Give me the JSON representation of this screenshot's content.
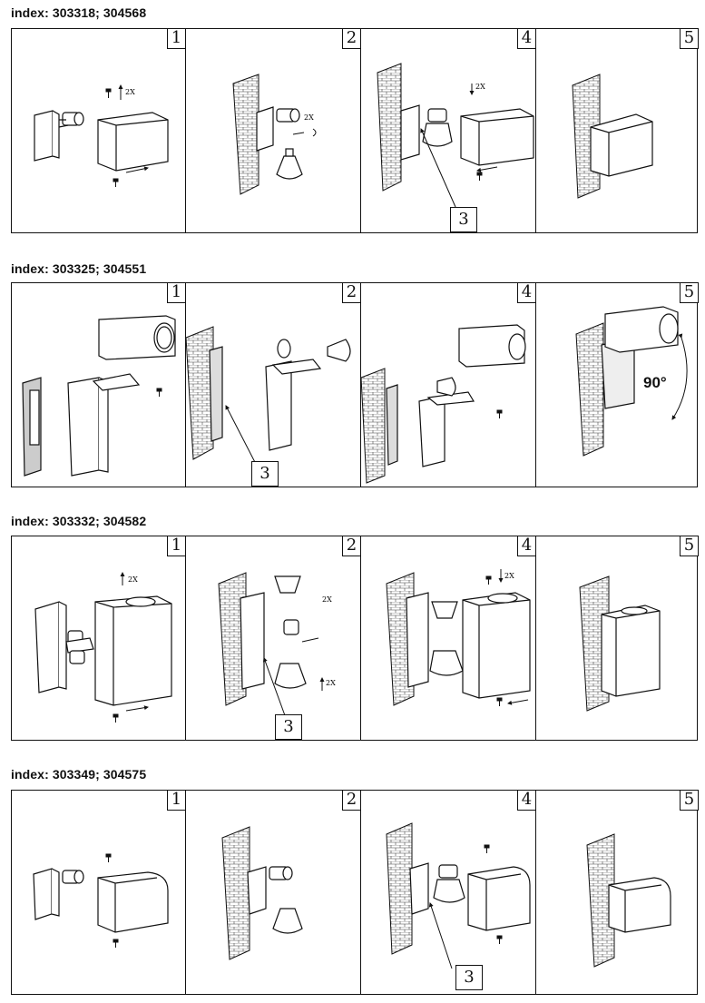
{
  "sections": [
    {
      "title": "index: 303318; 304568",
      "panels": [
        "1",
        "2",
        "4",
        "5"
      ],
      "callout": "3",
      "note": "2X"
    },
    {
      "title": "index: 303325; 304551",
      "panels": [
        "1",
        "2",
        "4",
        "5"
      ],
      "callout": "3",
      "angle": "90°"
    },
    {
      "title": "index: 303332; 304582",
      "panels": [
        "1",
        "2",
        "4",
        "5"
      ],
      "callout": "3",
      "note": "2X"
    },
    {
      "title": "index: 303349; 304575",
      "panels": [
        "1",
        "2",
        "4",
        "5"
      ],
      "callout": "3"
    }
  ],
  "icons": [
    "screw-icon",
    "arrow-icon",
    "rotate-icon",
    "bulb-icon",
    "wall-icon",
    "lamp-housing-icon"
  ]
}
